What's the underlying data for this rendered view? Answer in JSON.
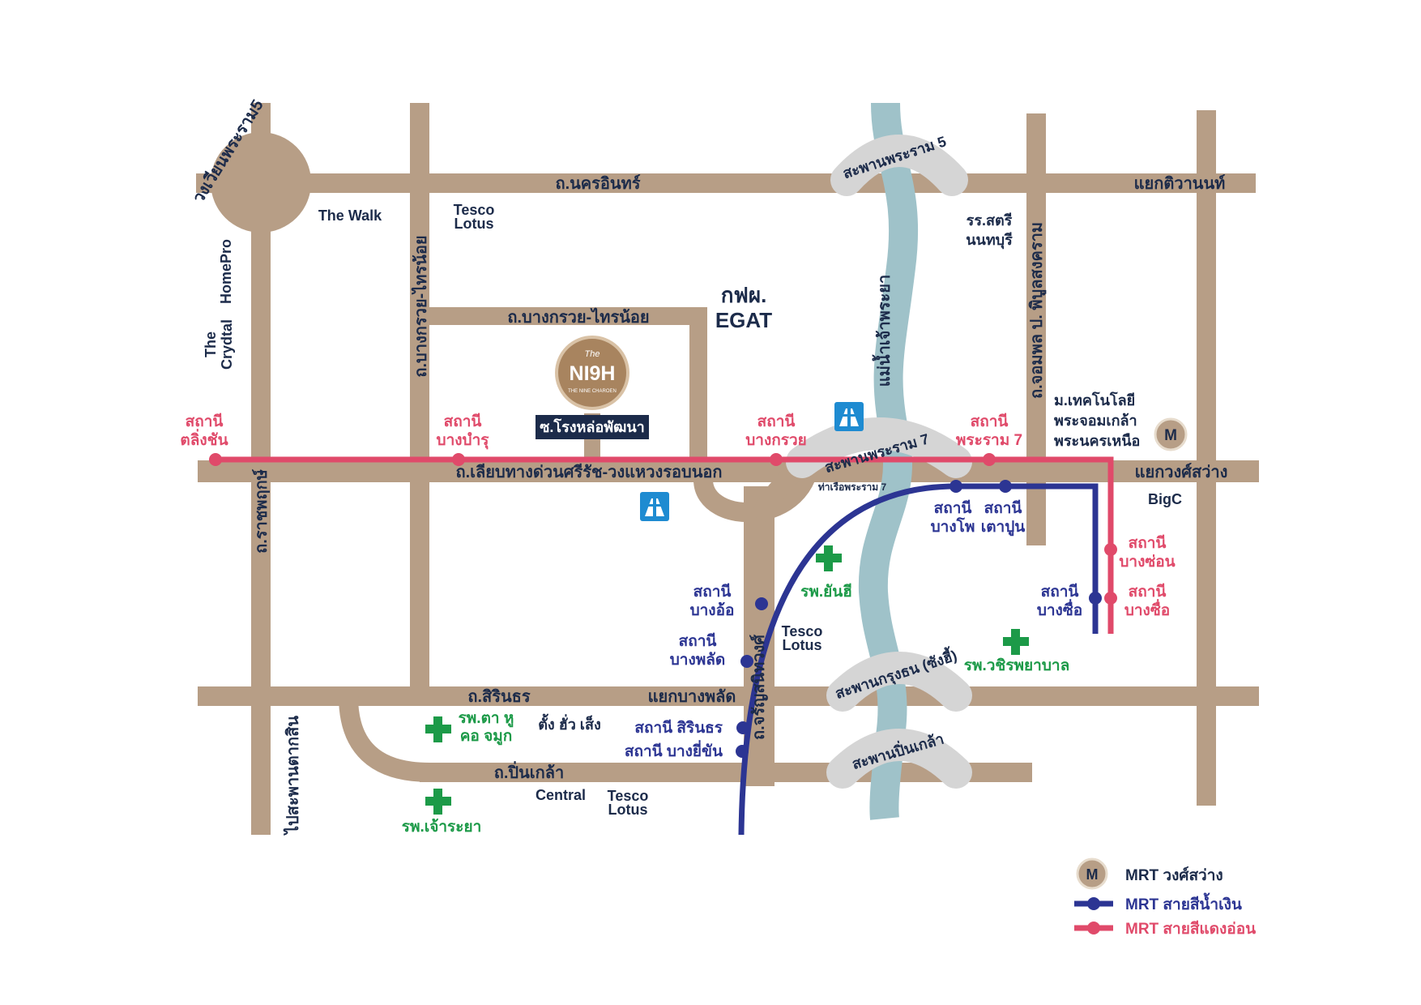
{
  "colors": {
    "road": "#b79e86",
    "river": "#9fc2c9",
    "bridge": "#d5d5d5",
    "mrt_blue": "#2c3593",
    "mrt_red": "#e04a6a",
    "hospital": "#1c9a48",
    "text_dark": "#1c2b4a",
    "project_label_bg": "#1c2b4a",
    "expressway_sign": "#1e8bd1",
    "mrt_badge": "#b79e86"
  },
  "roads": {
    "nakhon_in": "ถ.นครอินทร์",
    "bang_kruai_sai_noi_v": "ถ.บางกรวย-ไทรน้อย",
    "bang_kruai_sai_noi_h": "ถ.บางกรวย-ไทรน้อย",
    "expressway_parallel": "ถ.เลียบทางด่วนศรีรัช-วงแหวงรอบนอก",
    "ratchaphruek": "ถ.ราชพฤกษ์",
    "sirindhorn": "ถ.สิรินธร",
    "charan_sanitwong": "ถ.จรัญสนิทวงศ์",
    "pinklao": "ถ.ปิ่นเกล้า",
    "chomphon_phibun": "ถ.จอมพล ป. พิบูลสงคราม",
    "to_taksin_bridge": "ไปสะพานตากสิน",
    "soi_project": "ซ.โรงหล่อพัฒนา"
  },
  "circle": {
    "label": "วงเวียนพระราม5"
  },
  "junctions": {
    "tiwanon": "แยกติวานนท์",
    "wong_sawang": "แยกวงศ์สว่าง",
    "bang_phlat": "แยกบางพลัด"
  },
  "river": {
    "label": "แม่น้ำเจ้าพระยา"
  },
  "bridges": {
    "rama5": "สะพานพระราม 5",
    "rama7": "สะพานพระราม 7",
    "krungthon": "สะพานกรุงธน (ซังฮี้)",
    "pinklao": "สะพานปิ่นเกล้า"
  },
  "pier": "ท่าเรือพระราม 7",
  "landmarks": {
    "the_walk": "The Walk",
    "tesco_top_1": "Tesco",
    "tesco_top_2": "Lotus",
    "homepro": "HomePro",
    "crystal_1": "The",
    "crystal_2": "Crydtal",
    "egat_th": "กฟผ.",
    "egat_en": "EGAT",
    "school_1": "รร.สตรี",
    "school_2": "นนทบุรี",
    "kmutnb_1": "ม.เทคโนโลยี",
    "kmutnb_2": "พระจอมเกล้า",
    "kmutnb_3": "พระนครเหนือ",
    "bigc": "BigC",
    "tesco_mid_1": "Tesco",
    "tesco_mid_2": "Lotus",
    "tang_hua_seng": "ตั้ง ฮั่ว เส็ง",
    "central": "Central",
    "tesco_bot_1": "Tesco",
    "tesco_bot_2": "Lotus"
  },
  "hospitals": {
    "yanhee": "รพ.ยันฮี",
    "vajira": "รพ.วชิรพยาบาล",
    "ent_1": "รพ.ตา หู",
    "ent_2": "คอ จมูก",
    "chao_phraya": "รพ.เจ้าระยา"
  },
  "red_stations": {
    "taling_chan_1": "สถานี",
    "taling_chan_2": "ตลิ่งชัน",
    "bang_bamru_1": "สถานี",
    "bang_bamru_2": "บางบำรุ",
    "bang_kruai_1": "สถานี",
    "bang_kruai_2": "บางกรวย",
    "rama7_1": "สถานี",
    "rama7_2": "พระราม 7",
    "bang_son_1": "สถานี",
    "bang_son_2": "บางซ่อน",
    "bang_sue_1": "สถานี",
    "bang_sue_2": "บางซื่อ"
  },
  "blue_stations": {
    "bang_pho_1": "สถานี",
    "bang_pho_2": "บางโพ",
    "tao_poon_1": "สถานี",
    "tao_poon_2": "เตาปูน",
    "bang_sue_1": "สถานี",
    "bang_sue_2": "บางซื่อ",
    "bang_o_1": "สถานี",
    "bang_o_2": "บางอ้อ",
    "bang_phlat_1": "สถานี",
    "bang_phlat_2": "บางพลัด",
    "sirindhorn": "สถานี สิรินธร",
    "bang_yi_khan": "สถานี บางยี่ขัน"
  },
  "project": {
    "logo_small": "The",
    "logo_main": "NI9H",
    "logo_sub": "THE NINE CHAROEN"
  },
  "mrt_badge_letter": "M",
  "legend": {
    "mrt_station": "MRT วงศ์สว่าง",
    "blue_line": "MRT สายสีน้ำเงิน",
    "red_line": "MRT สายสีแดงอ่อน"
  }
}
